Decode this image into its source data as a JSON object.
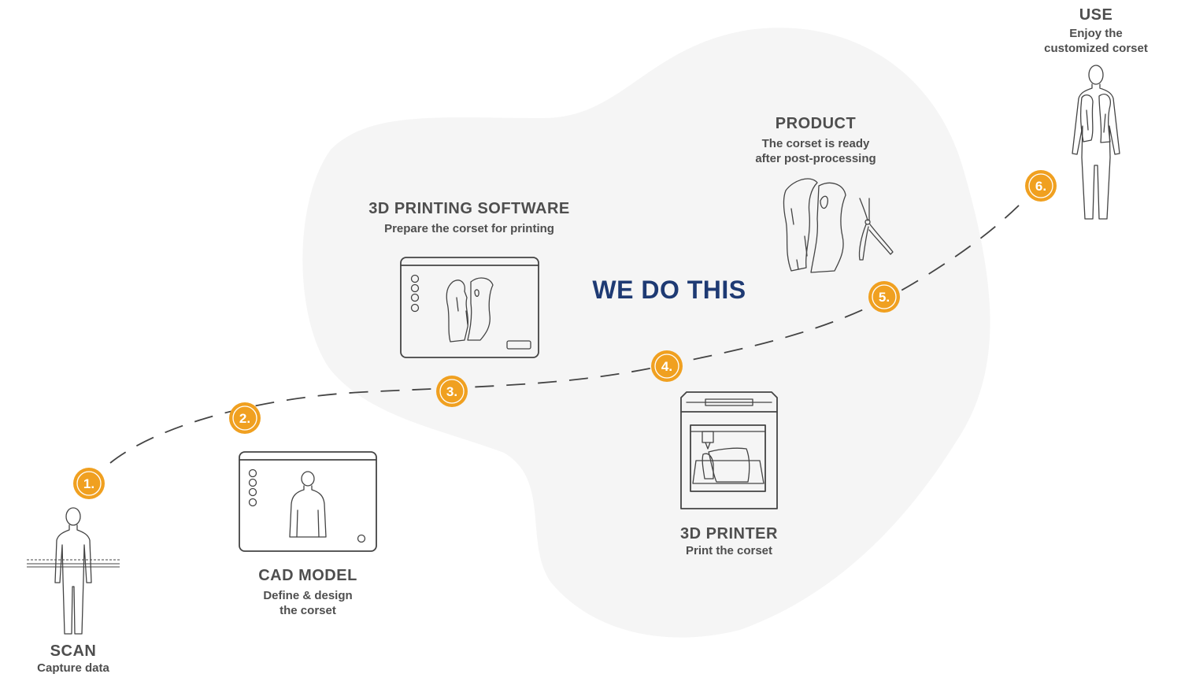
{
  "center_text": "WE DO THIS",
  "colors": {
    "accent": "#f0a020",
    "headline": "#1e3a73",
    "text": "#4e4e4e",
    "blob": "#f5f5f5",
    "line": "#444444"
  },
  "steps": [
    {
      "number": "1.",
      "title": "SCAN",
      "subtitle": [
        "Capture data"
      ]
    },
    {
      "number": "2.",
      "title": "CAD MODEL",
      "subtitle": [
        "Define & design",
        "the corset"
      ]
    },
    {
      "number": "3.",
      "title": "3D PRINTING SOFTWARE",
      "subtitle": [
        "Prepare the corset for printing"
      ]
    },
    {
      "number": "4.",
      "title": "3D PRINTER",
      "subtitle": [
        "Print the corset"
      ]
    },
    {
      "number": "5.",
      "title": "PRODUCT",
      "subtitle": [
        "The corset is ready",
        "after post-processing"
      ]
    },
    {
      "number": "6.",
      "title": "USE",
      "subtitle": [
        "Enjoy the",
        "customized corset"
      ]
    }
  ],
  "icons": [
    "scan-body-icon",
    "cad-screen-icon",
    "printing-software-screen-icon",
    "3d-printer-icon",
    "corset-pliers-icon",
    "person-wearing-corset-icon"
  ]
}
